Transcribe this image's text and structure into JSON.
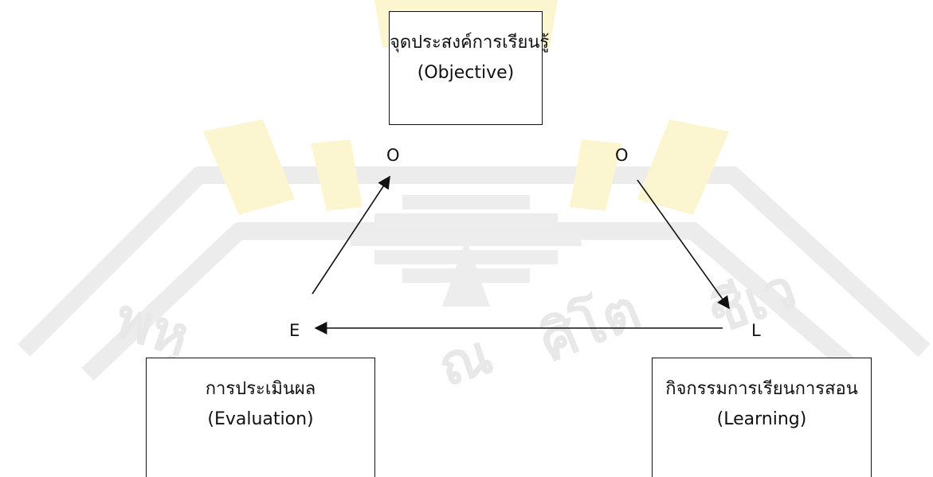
{
  "nodes": {
    "objective": {
      "line1": "จุดประสงค์การเรียนรู้",
      "line2": "(Objective)"
    },
    "evaluation": {
      "line1": "การประเมินผล",
      "line2": "(Evaluation)"
    },
    "learning": {
      "line1": "กิจกรรมการเรียนการสอน",
      "line2": "(Learning)"
    }
  },
  "letters": {
    "o_left": "O",
    "o_right": "O",
    "e": "E",
    "l": "L"
  },
  "colors": {
    "line": "#111111",
    "watermark_gray": "#e9e9e9",
    "watermark_yellow": "#fbf6cf"
  }
}
